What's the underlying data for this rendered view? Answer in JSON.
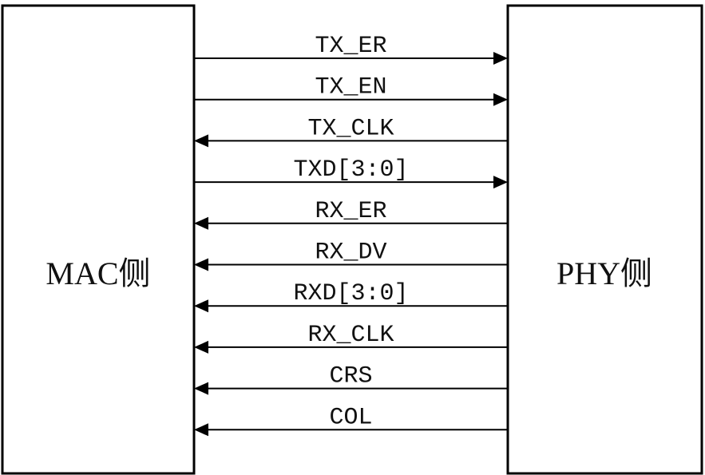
{
  "mac_label": "MAC侧",
  "phy_label": "PHY侧",
  "signals": [
    {
      "label": "TX_ER",
      "direction": "to-phy"
    },
    {
      "label": "TX_EN",
      "direction": "to-phy"
    },
    {
      "label": "TX_CLK",
      "direction": "to-mac"
    },
    {
      "label": "TXD[3:0]",
      "direction": "to-phy"
    },
    {
      "label": "RX_ER",
      "direction": "to-mac"
    },
    {
      "label": "RX_DV",
      "direction": "to-mac"
    },
    {
      "label": "RXD[3:0]",
      "direction": "to-mac"
    },
    {
      "label": "RX_CLK",
      "direction": "to-mac"
    },
    {
      "label": "CRS",
      "direction": "to-mac"
    },
    {
      "label": "COL",
      "direction": "to-mac"
    }
  ]
}
